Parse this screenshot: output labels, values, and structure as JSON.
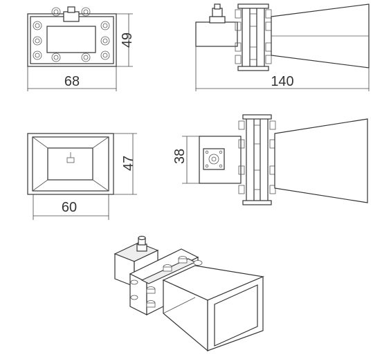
{
  "dimensions": {
    "top_height": "49",
    "top_width": "68",
    "side_length": "140",
    "bottom_height": "47",
    "bottom_width": "60",
    "flange_height": "38"
  }
}
